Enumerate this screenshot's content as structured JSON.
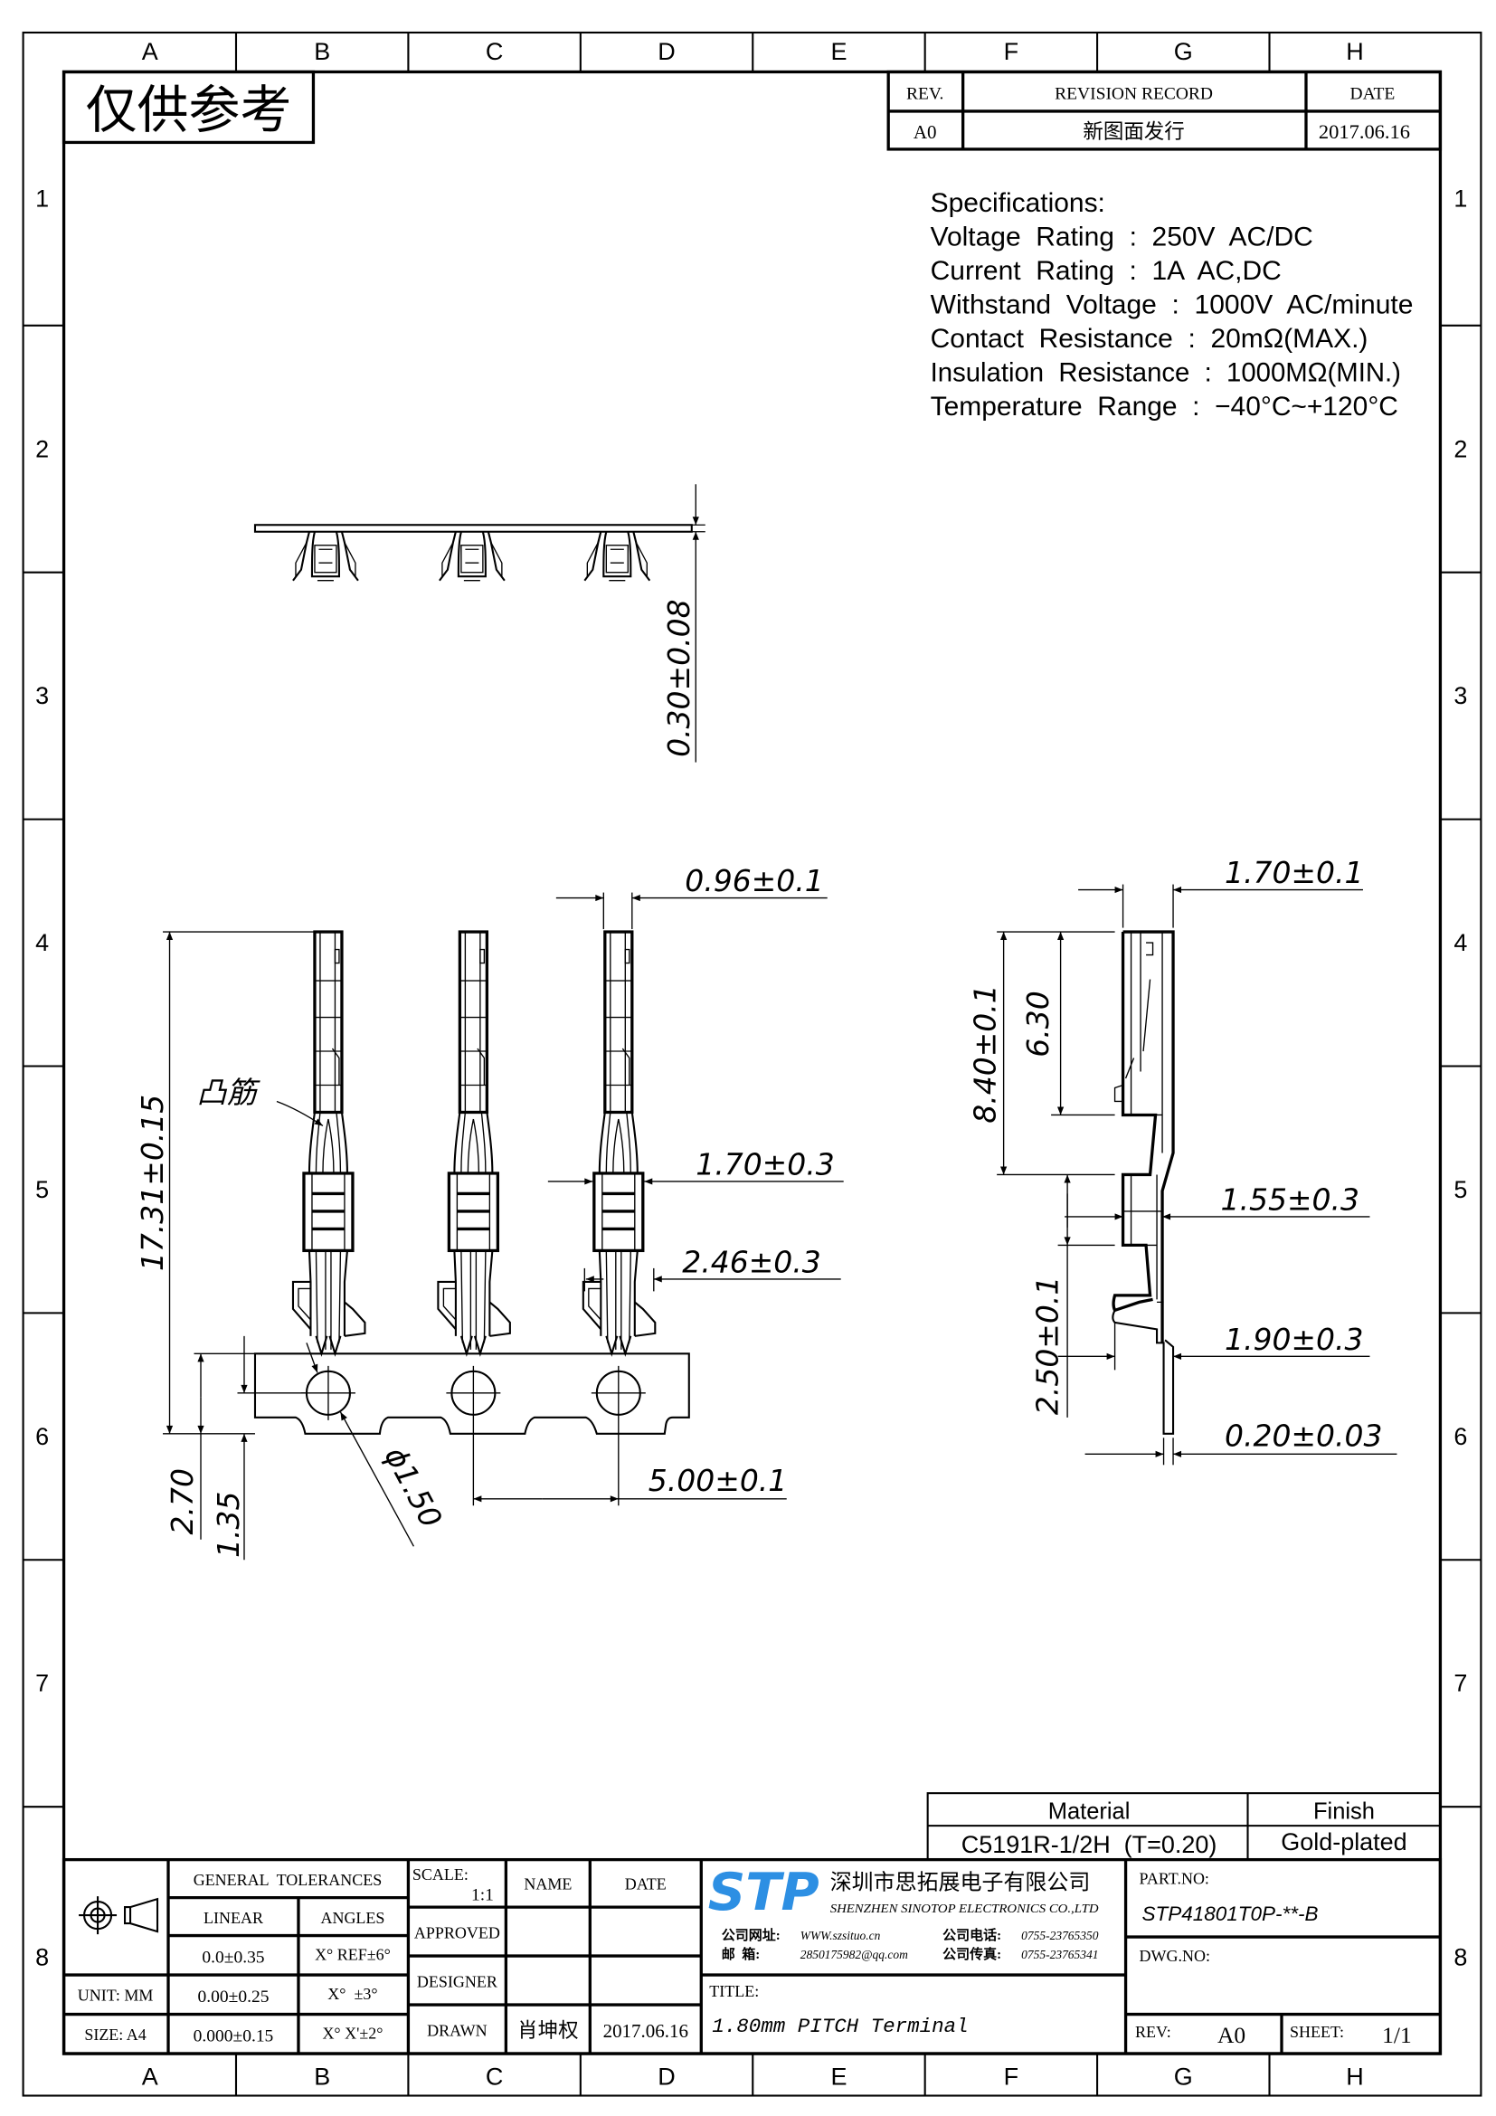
{
  "watermark": "仅供参考",
  "grid": {
    "columns": [
      "A",
      "B",
      "C",
      "D",
      "E",
      "F",
      "G",
      "H"
    ],
    "rows": [
      "1",
      "2",
      "3",
      "4",
      "5",
      "6",
      "7",
      "8"
    ]
  },
  "revision": {
    "headers": {
      "rev": "REV.",
      "record": "REVISION RECORD",
      "date": "DATE"
    },
    "rows": [
      {
        "rev": "A0",
        "record": "新图面发行",
        "date": "2017.06.16"
      }
    ]
  },
  "specs": {
    "title": "Specifications:",
    "lines": [
      "Voltage  Rating  :  250V  AC/DC",
      "Current  Rating  :  1A  AC,DC",
      "Withstand  Voltage  :  1000V  AC/minute",
      "Contact  Resistance  :  20mΩ(MAX.)",
      "Insulation  Resistance  :  1000MΩ(MIN.)",
      "Temperature  Range  :  −40°C~+120°C"
    ]
  },
  "dimensions": {
    "strip_thickness": "0.30±0.08",
    "pin_width": "0.96±0.1",
    "total_length": "17.31±0.15",
    "crimp_width": "1.70±0.3",
    "wing_width": "2.46±0.3",
    "carrier_height": "2.70",
    "hole_offset": "1.35",
    "hole_diameter": "ϕ1.50",
    "pitch": "5.00±0.1",
    "side_width": "1.70±0.1",
    "contact_length": "8.40±0.1",
    "box_length": "6.30",
    "side_crimp": "1.55±0.3",
    "side_insulation": "1.90±0.3",
    "insulation_length": "2.50±0.1",
    "material_thickness": "0.20±0.03"
  },
  "callout": "凸筋",
  "material": {
    "material_label": "Material",
    "finish_label": "Finish",
    "material": "C5191R-1/2H  (T=0.20)",
    "finish": "Gold-plated"
  },
  "title_block": {
    "general_tolerances": "GENERAL  TOLERANCES",
    "linear": "LINEAR",
    "angles": "ANGLES",
    "tol_rows": [
      {
        "linear": "0.0±0.35",
        "angle": "X° REF±6°"
      },
      {
        "linear": "0.00±0.25",
        "angle": "X°  ±3°"
      },
      {
        "linear": "0.000±0.15",
        "angle": "X° X'±2°"
      }
    ],
    "unit": "UNIT: MM",
    "size": "SIZE: A4",
    "scale_label": "SCALE:",
    "scale": "1:1",
    "name": "NAME",
    "date": "DATE",
    "approved": "APPROVED",
    "designer": "DESIGNER",
    "drawn": "DRAWN",
    "drawn_name": "肖坤权",
    "drawn_date": "2017.06.16",
    "logo": "STP",
    "company_cn": "深圳市思拓展电子有限公司",
    "company_en": "SHENZHEN SINOTOP ELECTRONICS CO.,LTD",
    "web_label": "公司网址:",
    "web": "WWW.szsituo.cn",
    "email_label": "邮  箱:",
    "email": "2850175982@qq.com",
    "phone_label": "公司电话:",
    "phone": "0755-23765350",
    "fax_label": "公司传真:",
    "fax": "0755-23765341",
    "title_label": "TITLE:",
    "title": "1.80mm PITCH Terminal",
    "part_no_label": "PART.NO:",
    "part_no": "STP41801T0P-**-B",
    "dwg_no_label": "DWG.NO:",
    "rev_label": "REV:",
    "rev": "A0",
    "sheet_label": "SHEET:",
    "sheet": "1/1"
  }
}
